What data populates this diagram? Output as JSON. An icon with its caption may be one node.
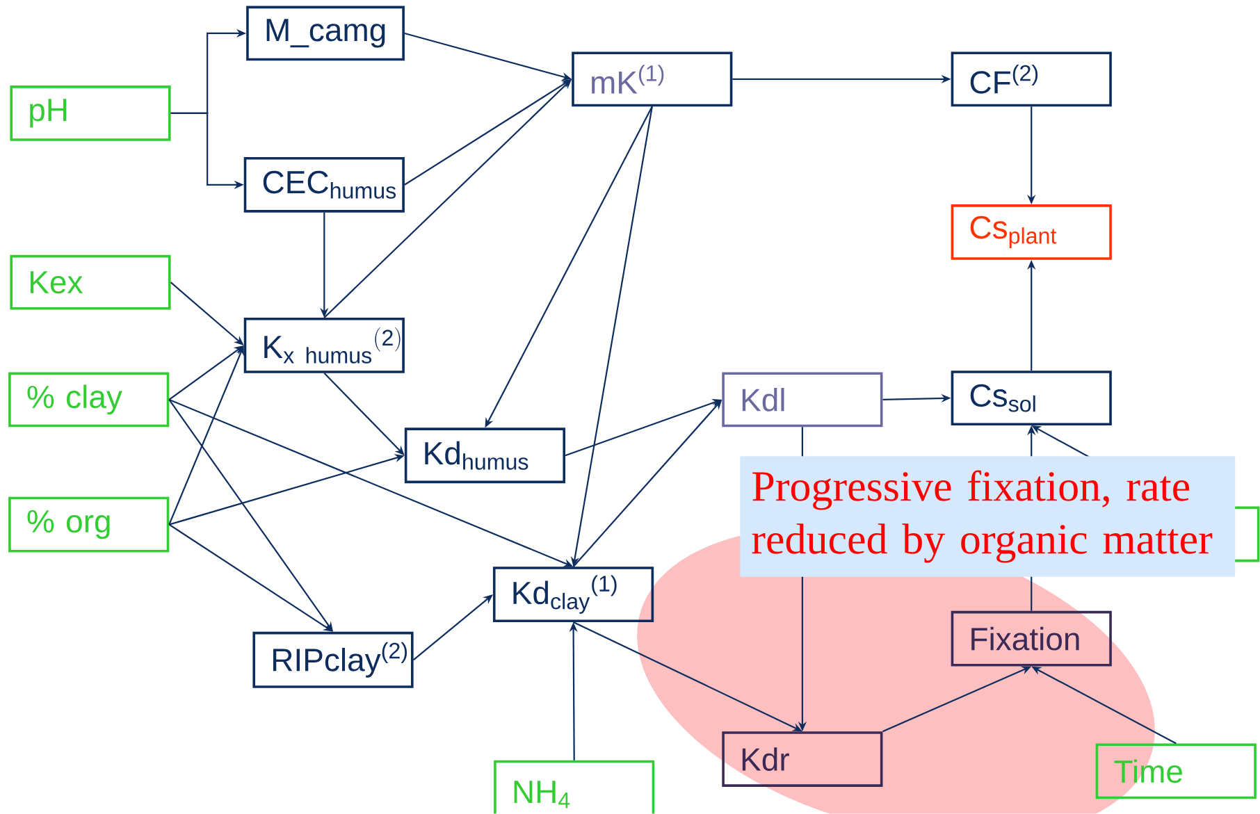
{
  "diagram": {
    "nodes": [
      {
        "text": [
          "M_camg"
        ]
      },
      {
        "text": [
          "pH"
        ]
      },
      {
        "text": [
          "mK$^{(1)}$"
        ]
      },
      {
        "text": [
          "CF$^{(2)}$"
        ]
      },
      {
        "text": [
          "CEC$_{humus}$"
        ]
      },
      {
        "text": [
          "Cs$_{plant}$"
        ]
      },
      {
        "text": [
          "Kex"
        ]
      },
      {
        "text": [
          "\\mathrm{K}_{\\mathrm{x\\ humus}}{}^{\\mathrm{(2)}}"
        ]
      },
      {
        "text": [
          "Kdl"
        ]
      },
      {
        "text": [
          "Cs$_{sol}$"
        ]
      },
      {
        "text": [
          "% clay"
        ]
      },
      {
        "text": [
          "Kd$_{humus}$"
        ]
      },
      {
        "text": [
          "% org"
        ]
      },
      {
        "text": [],
        "shape": "box"
      },
      {
        "text": [
          "Kd$_{clay}$$^{(1)}$"
        ]
      },
      {
        "text": [
          "Fixation"
        ]
      },
      {
        "text": [
          "RIPclay$^{(2)}$"
        ]
      },
      {
        "text": [
          "Kdr"
        ]
      },
      {
        "text": [
          "Time"
        ]
      },
      {
        "text": [
          "NH$_{4}$"
        ]
      }
    ],
    "labels": [
      "Progressive fixation, rate reduced by organic matter"
    ],
    "edges": [
      {
        "from": 1,
        "to": 0,
        "arrow": "to"
      },
      {
        "from": 1,
        "to": 4,
        "arrow": "to"
      },
      {
        "from": 0,
        "to": 2,
        "arrow": "to"
      },
      {
        "from": 4,
        "to": 2,
        "arrow": "to"
      },
      {
        "from": 7,
        "to": 2,
        "arrow": "to"
      },
      {
        "from": 2,
        "to": 3,
        "arrow": "to"
      },
      {
        "from": 2,
        "to": 11,
        "arrow": "to"
      },
      {
        "from": 2,
        "to": 14,
        "arrow": "to"
      },
      {
        "from": 3,
        "to": 5,
        "arrow": "to"
      },
      {
        "from": 4,
        "to": 7,
        "arrow": "to"
      },
      {
        "from": 6,
        "to": 7,
        "arrow": "to"
      },
      {
        "from": 10,
        "to": 7,
        "arrow": "to"
      },
      {
        "from": 12,
        "to": 7,
        "arrow": "to"
      },
      {
        "from": 7,
        "to": 11,
        "arrow": "to"
      },
      {
        "from": 10,
        "to": 16,
        "arrow": "to"
      },
      {
        "from": 10,
        "to": 14,
        "arrow": "to"
      },
      {
        "from": 12,
        "to": 11,
        "arrow": "to"
      },
      {
        "from": 12,
        "to": 16,
        "arrow": "to"
      },
      {
        "from": 16,
        "to": 14,
        "arrow": "to"
      },
      {
        "from": 11,
        "to": 8,
        "arrow": "to"
      },
      {
        "from": 14,
        "to": 8,
        "arrow": "to"
      },
      {
        "from": 8,
        "to": 9,
        "arrow": "to"
      },
      {
        "from": 9,
        "to": 5,
        "arrow": "to"
      },
      {
        "from": 8,
        "to": 17,
        "arrow": "to"
      },
      {
        "from": 14,
        "to": 17,
        "arrow": "to"
      },
      {
        "from": 19,
        "to": 14,
        "arrow": "to"
      },
      {
        "from": 17,
        "to": 15,
        "arrow": "to"
      },
      {
        "from": 18,
        "to": 15,
        "arrow": "to"
      },
      {
        "from": 15,
        "to": 9,
        "arrow": "to"
      },
      {
        "from": 13,
        "to": 9,
        "arrow": "to"
      }
    ]
  }
}
